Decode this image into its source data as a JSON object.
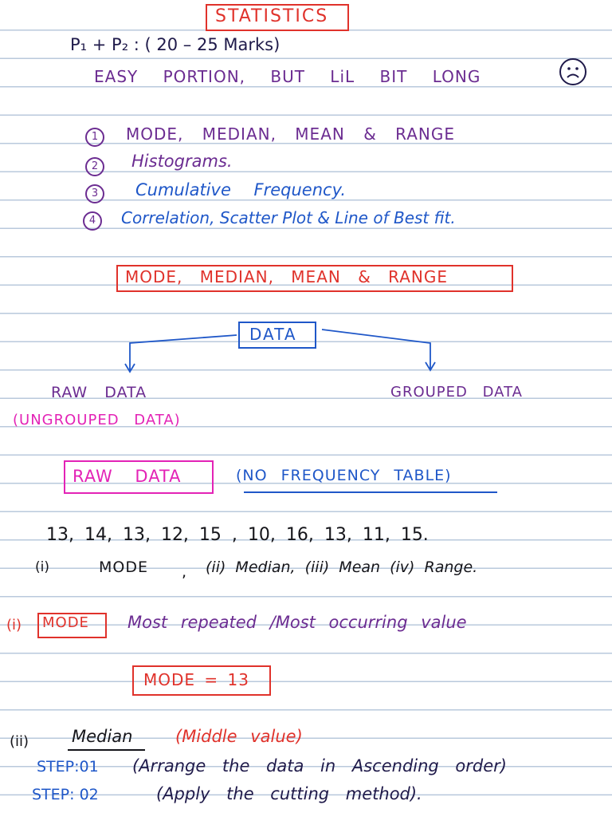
{
  "title": "STATISTICS",
  "marks": "P₁ + P₂ : ( 20 – 25 Marks)",
  "comment": "EASY PORTION, BUT LiL BIT LONG",
  "face_icon": "worried-face-icon",
  "topics": [
    {
      "num": "1",
      "text": "MODE, MEDIAN, MEAN & RANGE"
    },
    {
      "num": "2",
      "text": "Histograms."
    },
    {
      "num": "3",
      "text": "Cumulative Frequency."
    },
    {
      "num": "4",
      "text": "Correlation, Scatter Plot & Line of Best fit."
    }
  ],
  "section_heading": "MODE, MEDIAN, MEAN & RANGE",
  "data_label": "DATA",
  "raw_data": "RAW DATA",
  "ungrouped": "(UNGROUPED DATA)",
  "grouped_data": "GROUPED DATA",
  "raw_data_box": "RAW DATA",
  "no_freq": "(NO FREQUENCY TABLE)",
  "numbers": "13,  14,  13,  12,  15 ,  10,  16,  13,  11,  15.",
  "questions": {
    "q1": "(i)",
    "q1_text": "MODE",
    "sep": ",",
    "rest": "(ii) Median, (iii) Mean (iv) Range."
  },
  "mode_def": {
    "prefix": "(i)",
    "label": "MODE",
    "text": "Most repeated /Most occurring value"
  },
  "mode_answer": "MODE = 13",
  "median": {
    "prefix": "(ii)",
    "label": "Median",
    "note": "(Middle value)"
  },
  "steps": [
    {
      "label": "STEP:01",
      "text": "(Arrange the data in Ascending order)"
    },
    {
      "label": "STEP: 02",
      "text": "(Apply the cutting method)."
    }
  ],
  "colors": {
    "red": "#e0322b",
    "blue": "#1f57c8",
    "purple": "#6b2c91",
    "pink": "#e323b6",
    "navy": "#1f1a4a",
    "rule": "#b9c9dc"
  }
}
